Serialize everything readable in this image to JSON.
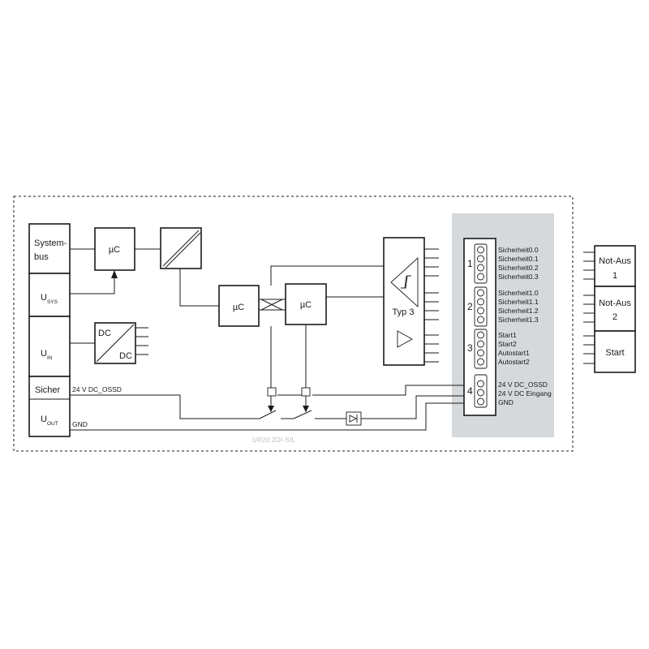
{
  "module_caption": "UR20 2DI-SIL",
  "colors": {
    "line": "#1a1a1a",
    "grey_panel": "#d6d9db",
    "caption": "#b8bfc2",
    "background": "#ffffff"
  },
  "left_column": {
    "systembus_line1": "System-",
    "systembus_line2": "bus",
    "usys_main": "U",
    "usys_sub": "SYS",
    "uin_main": "U",
    "uin_sub": "IN",
    "sicher": "Sicher",
    "uout_main": "U",
    "uout_sub": "OUT"
  },
  "blocks": {
    "uc_top": "µC",
    "uc_mid1": "µC",
    "uc_mid2": "µC",
    "dcdc_top": "DC",
    "dcdc_bottom": "DC",
    "typ3": "Typ 3"
  },
  "wires": {
    "ossd": "24 V DC_OSSD",
    "gnd": "GND"
  },
  "connectors": [
    {
      "number": "1",
      "labels": [
        "Sicherheit0.0",
        "Sicherheit0.1",
        "Sicherheit0.2",
        "Sicherheit0.3"
      ]
    },
    {
      "number": "2",
      "labels": [
        "Sicherheit1.0",
        "Sicherheit1.1",
        "Sicherheit1.2",
        "Sicherheit1.3"
      ]
    },
    {
      "number": "3",
      "labels": [
        "Start1",
        "Start2",
        "Autostart1",
        "Autostart2"
      ]
    },
    {
      "number": "4",
      "labels": [
        "24 V DC_OSSD",
        "24 V DC Eingang",
        "GND"
      ]
    }
  ],
  "external": {
    "notaus1_line1": "Not-Aus",
    "notaus1_line2": "1",
    "notaus2_line1": "Not-Aus",
    "notaus2_line2": "2",
    "start": "Start"
  }
}
